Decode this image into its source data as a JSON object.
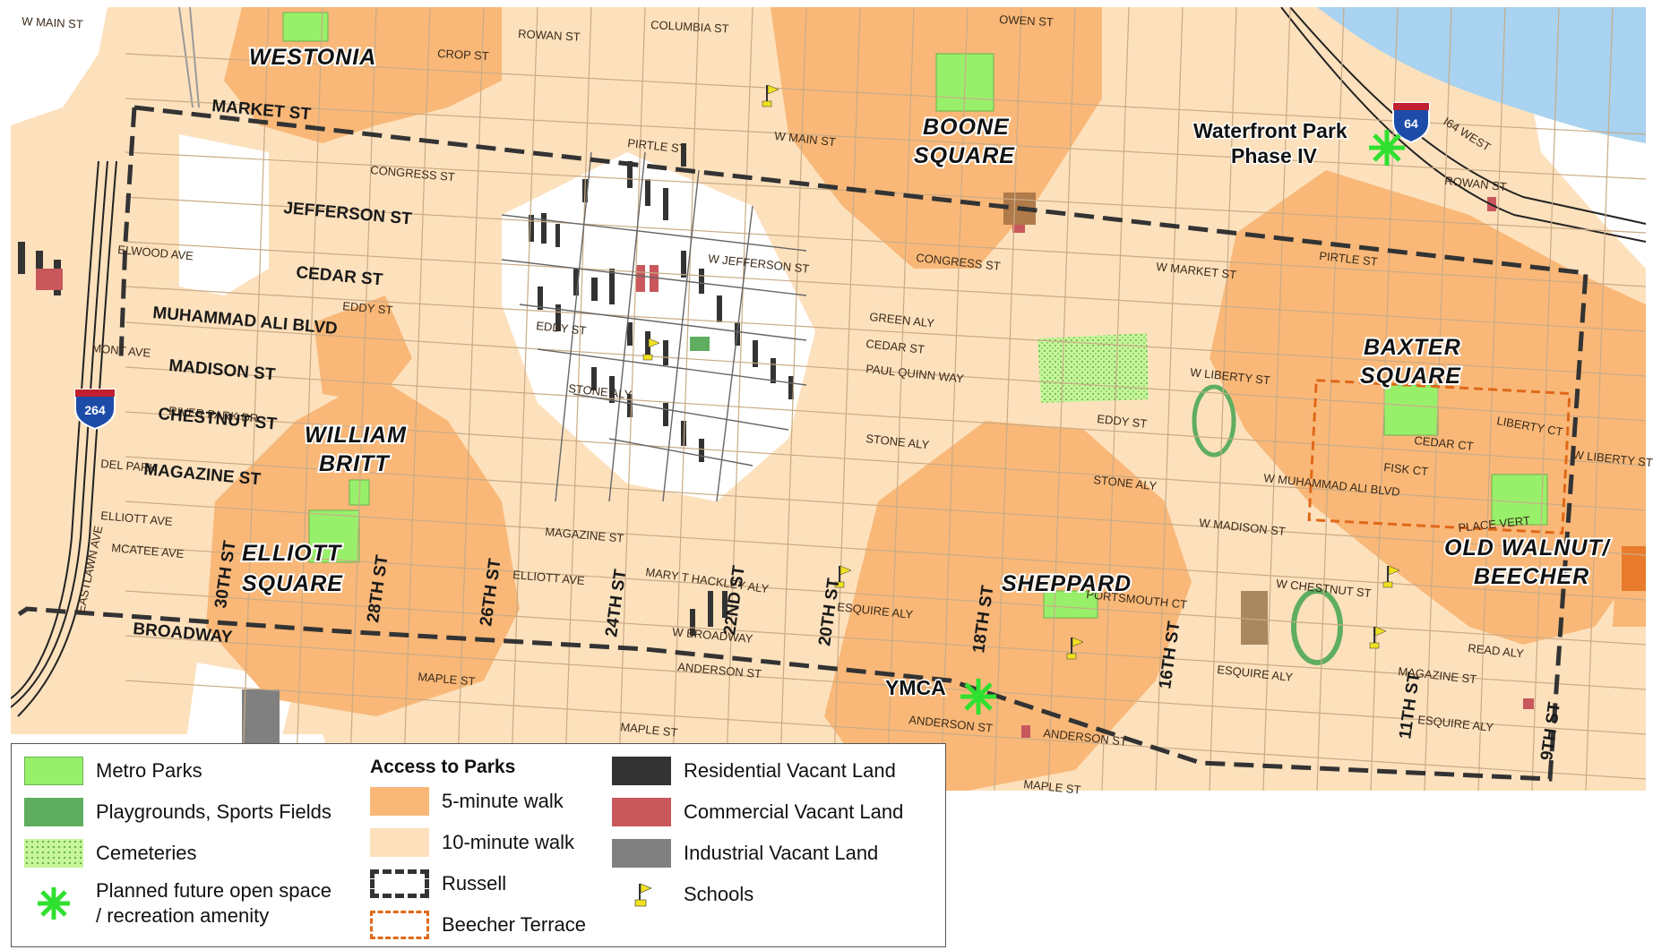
{
  "neighborhoods": [
    "WESTONIA",
    "BOONE",
    "SQUARE",
    "WILLIAM",
    "BRITT",
    "ELLIOTT",
    "SQUARE",
    "SHEPPARD",
    "BAXTER",
    "SQUARE",
    "OLD WALNUT/",
    "BEECHER"
  ],
  "places": {
    "waterfront_line1": "Waterfront Park",
    "waterfront_line2": "Phase IV",
    "ymca": "YMCA"
  },
  "highways": {
    "i64": "64",
    "i264": "264",
    "i64_label": "I64 WEST"
  },
  "streets_major": {
    "market": "MARKET ST",
    "jefferson": "JEFFERSON ST",
    "cedar": "CEDAR ST",
    "muhammad_ali": "MUHAMMAD ALI BLVD",
    "madison": "MADISON ST",
    "chestnut": "CHESTNUT ST",
    "magazine": "MAGAZINE ST",
    "broadway": "BROADWAY",
    "s30th": "30TH ST",
    "s28th": "28TH ST",
    "s26th": "26TH ST",
    "s24th": "24TH ST",
    "s22nd": "22ND ST",
    "s20th": "20TH ST",
    "s18th": "18TH ST",
    "s16th": "16TH ST",
    "s11th": "11TH ST",
    "s9th": "9TH ST"
  },
  "streets_minor": [
    "W MAIN ST",
    "CROP ST",
    "ROWAN ST",
    "COLUMBIA ST",
    "OWEN ST",
    "CONGRESS ST",
    "ELWOOD AVE",
    "EDDY ST",
    "MONT AVE",
    "RIVER PARK DR",
    "DEL PARK",
    "ELLIOTT AVE",
    "MCATEE AVE",
    "EASTLAWN AVE",
    "MAGAZINE ST",
    "ELLIOTT AVE",
    "MARY T HACKLEY ALY",
    "W BROADWAY",
    "ANDERSON ST",
    "MAPLE ST",
    "PIRTLE ST",
    "W JEFFERSON ST",
    "EDDY ST",
    "STONE ALY",
    "GREEN ALY",
    "CEDAR ST",
    "PAUL QUINN WAY",
    "STONE ALY",
    "EDDY ST",
    "STONE ALY",
    "W LIBERTY ST",
    "CONGRESS ST",
    "W MARKET ST",
    "PIRTLE ST",
    "ROWAN ST",
    "W MUHAMMAD ALI BLVD",
    "W MADISON ST",
    "W CHESTNUT ST",
    "ESQUIRE ALY",
    "ANDERSON ST",
    "MAPLE ST",
    "LIBERTY CT",
    "CEDAR CT",
    "FISK CT",
    "PLACE VERT",
    "W LIBERTY ST",
    "READ ALY",
    "MAGAZINE ST",
    "ESQUIRE ALY",
    "PORTSMOUTH CT",
    "ANDERSON ST",
    "MAPLE ST",
    "W MAIN ST",
    "ESQUIRE ALY"
  ],
  "legend": {
    "metro_parks": "Metro Parks",
    "playgrounds": "Playgrounds, Sports Fields",
    "cemeteries": "Cemeteries",
    "planned_line1": "Planned future open space",
    "planned_line2": "/ recreation amenity",
    "access_title": "Access to Parks",
    "walk5": "5-minute walk",
    "walk10": "10-minute walk",
    "russell": "Russell",
    "beecher": "Beecher Terrace",
    "residential": "Residential Vacant Land",
    "commercial": "Commercial Vacant Land",
    "industrial": "Industrial Vacant Land",
    "schools": "Schools"
  },
  "colors": {
    "walk5": "#f9b878",
    "walk10": "#fde1bd",
    "metro_parks": "#98f06a",
    "playgrounds": "#5fae60",
    "cemeteries": "#b8f08a",
    "residential": "#333333",
    "commercial": "#c8585c",
    "industrial": "#808080",
    "river": "#a9d3f0",
    "russell_border": "#333333",
    "beecher_border": "#e06818",
    "planned": "#30e030",
    "school_flag": "#f0e020",
    "street_line": "#c9ab86"
  }
}
